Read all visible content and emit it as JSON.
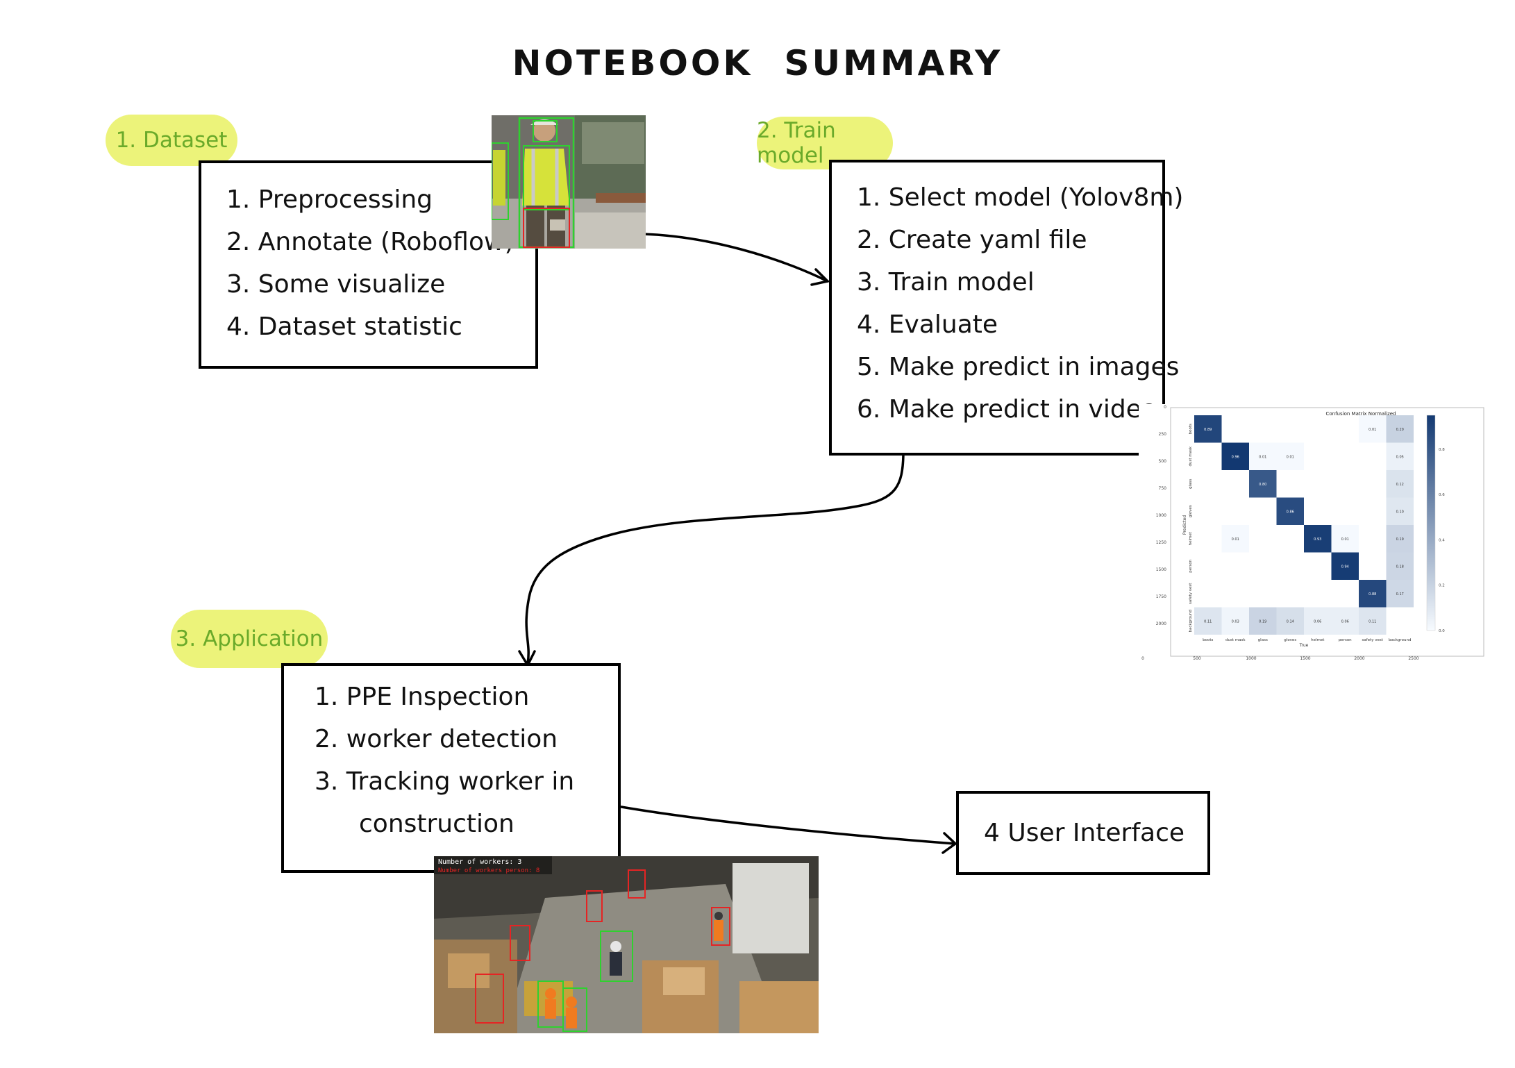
{
  "title": "NOTEBOOK  SUMMARY",
  "sections": {
    "dataset": {
      "tag": "1. Dataset",
      "items": [
        "1. Preprocessing",
        "2. Annotate (Roboflow)",
        "3. Some visualize",
        "4. Dataset statistic"
      ]
    },
    "train": {
      "tag": "2. Train model",
      "items": [
        "1. Select model (Yolov8m)",
        "2. Create yaml file",
        "3. Train model",
        "4. Evaluate",
        "5. Make predict in images",
        "6. Make predict in video"
      ]
    },
    "application": {
      "tag": "3. Application",
      "items": [
        "1. PPE Inspection",
        "2. worker detection",
        "3. Tracking worker in",
        "construction"
      ]
    },
    "ui": {
      "label": "4 User Interface"
    }
  },
  "confusion_matrix": {
    "title": "Confusion Matrix Normalized",
    "xlabel": "True",
    "ylabel": "Predicted",
    "classes": [
      "boots",
      "dust mask",
      "glass",
      "gloves",
      "helmet",
      "person",
      "safety vest",
      "background"
    ],
    "outer_x_ticks": [
      "0",
      "500",
      "1000",
      "1500",
      "2000",
      "2500"
    ],
    "outer_y_ticks": [
      "0",
      "250",
      "500",
      "750",
      "1000",
      "1250",
      "1500",
      "1750",
      "2000"
    ],
    "colorbar_ticks": [
      "0.8",
      "0.6",
      "0.4",
      "0.2",
      "0.0"
    ],
    "cells": [
      {
        "r": 0,
        "c": 0,
        "v": "0.89"
      },
      {
        "r": 0,
        "c": 6,
        "v": "0.01"
      },
      {
        "r": 0,
        "c": 7,
        "v": "0.20"
      },
      {
        "r": 1,
        "c": 1,
        "v": "0.96"
      },
      {
        "r": 1,
        "c": 2,
        "v": "0.01"
      },
      {
        "r": 1,
        "c": 3,
        "v": "0.01"
      },
      {
        "r": 1,
        "c": 7,
        "v": "0.05"
      },
      {
        "r": 2,
        "c": 2,
        "v": "0.80"
      },
      {
        "r": 2,
        "c": 7,
        "v": "0.12"
      },
      {
        "r": 3,
        "c": 3,
        "v": "0.86"
      },
      {
        "r": 3,
        "c": 7,
        "v": "0.10"
      },
      {
        "r": 4,
        "c": 1,
        "v": "0.01"
      },
      {
        "r": 4,
        "c": 4,
        "v": "0.93"
      },
      {
        "r": 4,
        "c": 5,
        "v": "0.01"
      },
      {
        "r": 4,
        "c": 7,
        "v": "0.19"
      },
      {
        "r": 5,
        "c": 5,
        "v": "0.94"
      },
      {
        "r": 5,
        "c": 7,
        "v": "0.18"
      },
      {
        "r": 6,
        "c": 6,
        "v": "0.88"
      },
      {
        "r": 6,
        "c": 7,
        "v": "0.17"
      },
      {
        "r": 7,
        "c": 0,
        "v": "0.11"
      },
      {
        "r": 7,
        "c": 1,
        "v": "0.03"
      },
      {
        "r": 7,
        "c": 2,
        "v": "0.19"
      },
      {
        "r": 7,
        "c": 3,
        "v": "0.14"
      },
      {
        "r": 7,
        "c": 4,
        "v": "0.06"
      },
      {
        "r": 7,
        "c": 5,
        "v": "0.06"
      },
      {
        "r": 7,
        "c": 6,
        "v": "0.11"
      }
    ]
  },
  "video_overlay": {
    "line1": "Number of workers: 3",
    "line2": "Number of workers person: 8"
  },
  "colors": {
    "highlight": "#ecf37a",
    "tag_text": "#6aaa2a",
    "detect_green": "#2fd12f",
    "detect_red": "#e52424",
    "matrix_dark": "#08306b"
  }
}
